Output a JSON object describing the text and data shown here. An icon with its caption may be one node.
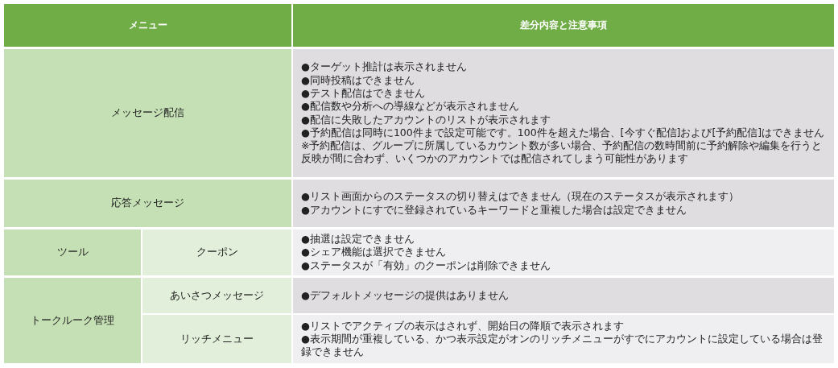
{
  "diagram": {
    "labels": [
      "メニュー",
      "差分内容と注意事項",
      "メッセージ配信",
      "●ターゲット推計は表示されません",
      "●同時投稿はできません",
      "●テスト配信はできません",
      "●配信数や分析への導線などが表示されません",
      "●配信に失敗したアカウントのリストが表示されます",
      "●予約配信は同時に100件まで設定可能です。100件を超えた場合、[今すぐ配信]および[予約配信]はできません",
      "※予約配信は、グループに所属しているカウント数が多い場合、予約配信の数時間前に予約解除や編集を行うと反映が間に合わず、いくつかのアカウントでは配信されてしまう可能性があります",
      "応答メッセージ",
      "●リスト画面からのステータスの切り替えはできません（現在のステータスが表示されます）",
      "●アカウントにすでに登録されているキーワードと重複した場合は設定できません",
      "ツール",
      "クーポン",
      "●抽選は設定できません",
      "●シェア機能は選択できません",
      "●ステータスが「有効」のクーポンは削除できません",
      "トークルーク管理",
      "あいさつメッセージ",
      "●デフォルトメッセージの提供はありません",
      "リッチメニュー",
      "●リストでアクティブの表示はされず、開始日の降順で表示されます",
      "●表示期間が重複している、かつ表示設定がオンのリッチメニューがすでにアカウントに設定している場合は登録できません"
    ]
  }
}
